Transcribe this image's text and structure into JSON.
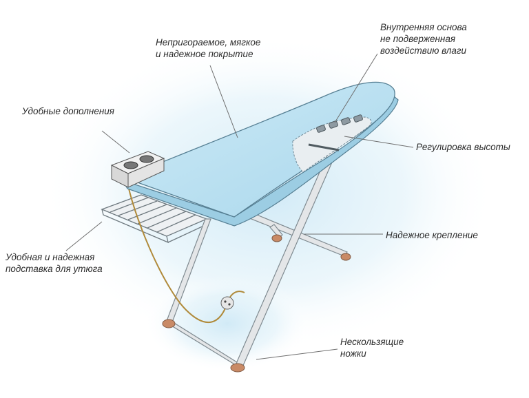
{
  "labels": {
    "nonstick_coating": [
      "Непригораемое, мягкое",
      "и надежное покрытие"
    ],
    "inner_base": [
      "Внутренняя основа",
      "не подверженная",
      "воздействию влаги"
    ],
    "extras": [
      "Удобные дополнения"
    ],
    "height_adjust": [
      "Регулировка высоты"
    ],
    "mount": [
      "Надежное крепление"
    ],
    "iron_stand": [
      "Удобная и надежная",
      "подставка для утюга"
    ],
    "feet": [
      "Нескользящие",
      "ножки"
    ]
  },
  "colors": {
    "board_top": "#bfe3f2",
    "board_edge": "#9ccde3",
    "glow": "#cfe9f6",
    "legs": "#e4e6e8",
    "leg_outline": "#7f8a90",
    "cord": "#b08a3a",
    "foot": "#c98a66",
    "leader": "#6e6e6e"
  }
}
